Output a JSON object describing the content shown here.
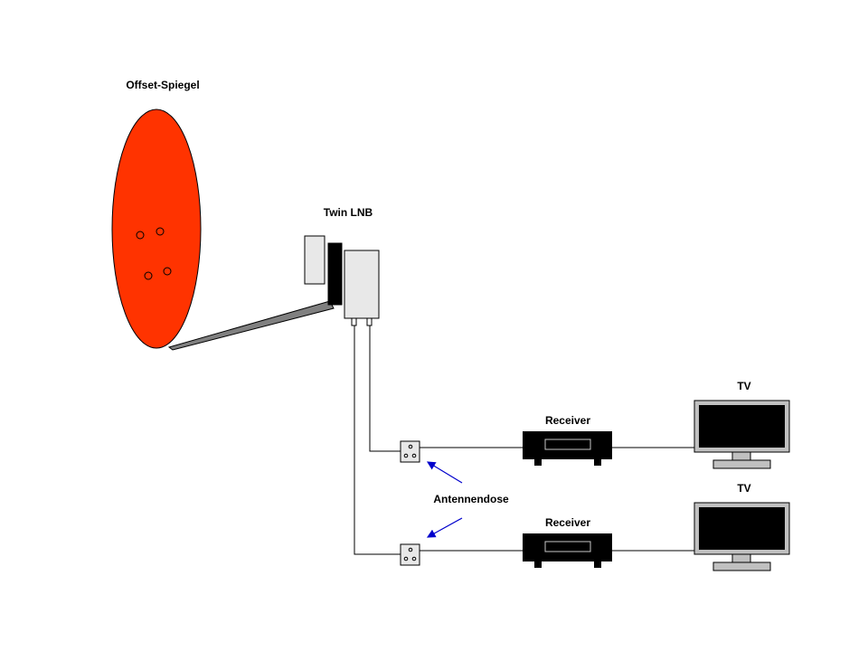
{
  "labels": {
    "dish": "Offset-Spiegel",
    "lnb": "Twin LNB",
    "outlet": "Antennendose",
    "receiver_top": "Receiver",
    "receiver_bottom": "Receiver",
    "tv_top": "TV",
    "tv_bottom": "TV"
  },
  "colors": {
    "dish": "#ff3300",
    "arm": "#808080",
    "lnb_body": "#e8e8e8",
    "lnb_flange": "#000000",
    "receiver": "#000000",
    "tv_frame": "#c0c0c0",
    "tv_screen": "#000000",
    "arrow": "#0000cc",
    "cable": "#000000"
  }
}
